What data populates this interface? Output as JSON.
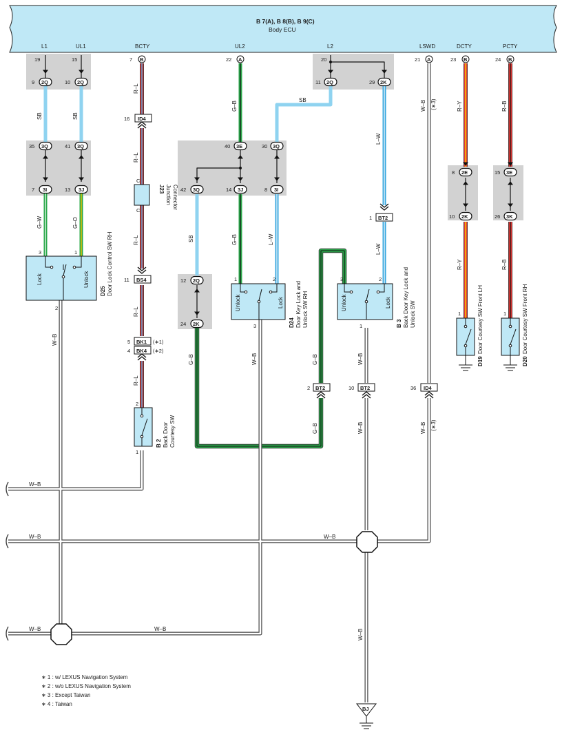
{
  "ecu": {
    "title": "B 7(A), B 8(B), B 9(C)",
    "subtitle": "Body ECU"
  },
  "ecu_pins": [
    {
      "name": "L1",
      "num": "19",
      "conn": ""
    },
    {
      "name": "UL1",
      "num": "15",
      "conn": ""
    },
    {
      "name": "BCTY",
      "num": "7",
      "conn": "B"
    },
    {
      "name": "UL2",
      "num": "22",
      "conn": "A"
    },
    {
      "name": "L2",
      "num": "20",
      "conn": ""
    },
    {
      "name": "LSWD",
      "num": "21",
      "conn": "A"
    },
    {
      "name": "DCTY",
      "num": "23",
      "conn": "B"
    },
    {
      "name": "PCTY",
      "num": "24",
      "conn": "B"
    }
  ],
  "junctions": {
    "j_9": "2Q",
    "j_10": "2Q",
    "j_11": "2Q",
    "j_29": "2K",
    "j_35": "3Q",
    "j_41": "3Q",
    "j_7": "3I",
    "j_13": "3J",
    "j_40": "3E",
    "j_30": "3Q",
    "j_42": "3Q",
    "j_14": "3J",
    "j_8": "3I",
    "j_12": "2Q",
    "j_24": "2K",
    "j_8e": "2E",
    "j_10k": "2K",
    "j_15": "3E",
    "j_26": "3K"
  },
  "pin_numbers": {
    "p9": "9",
    "p10": "10",
    "p11": "11",
    "p29": "29",
    "p35": "35",
    "p41": "41",
    "p7": "7",
    "p13": "13",
    "p40": "40",
    "p30": "30",
    "p42": "42",
    "p14": "14",
    "p8": "8",
    "p12": "12",
    "p24": "24",
    "p8e": "8",
    "p10k": "10",
    "p15": "15",
    "p26": "26"
  },
  "connectors": {
    "id4_top": {
      "label": "ID4",
      "pin": "16"
    },
    "bs4": {
      "label": "BS4",
      "pin": "11"
    },
    "bk1": {
      "label": "BK1",
      "pin": "5",
      "note": "(∗1)"
    },
    "bk4": {
      "label": "BK4",
      "pin": "4",
      "note": "(∗2)"
    },
    "bt2_a": {
      "label": "BT2",
      "pin": "1"
    },
    "bt2_b": {
      "label": "BT2",
      "pin": "2"
    },
    "bt2_c": {
      "label": "BT2",
      "pin": "10"
    },
    "id4_b": {
      "label": "ID4",
      "pin": "36"
    }
  },
  "wire_labels": {
    "sb1": "SB",
    "sb2": "SB",
    "gw": "G–W",
    "go": "G–O",
    "rl1": "R–L",
    "rl2": "R–L",
    "rl3": "R–L",
    "rl4": "R–L",
    "rl5": "R–L",
    "gb1": "G–B",
    "gb2": "G–B",
    "sb3": "SB",
    "sb4": "SB",
    "lw1": "L–W",
    "lw2": "L–W",
    "lw3": "L–W",
    "wb_lswd": "W–B",
    "star3a": "(∗3)",
    "star3b": "(∗3)",
    "ry1": "R–Y",
    "ry2": "R–Y",
    "rb1": "R–B",
    "rb2": "R–B",
    "wb1": "W–B",
    "wb2": "W–B",
    "wb3": "W–B",
    "wb4": "W–B",
    "wb5": "W–B",
    "gb3": "G–B",
    "gb4": "G–B",
    "gb5": "G–B",
    "wb_a": "W–B",
    "wb_b": "W–B",
    "wb_c": "W–B",
    "wb_d": "W–B",
    "wb_e": "W–B",
    "wb_f": "W–B",
    "wb_g": "W–B"
  },
  "j23": {
    "code": "J23",
    "name": "Junction",
    "name2": "Connector",
    "pin_top": "C",
    "pin_bot": "C"
  },
  "components": {
    "d25": {
      "code": "D25",
      "name": "Door Lock Control SW RH",
      "lock": "Lock",
      "unlock": "Unlock",
      "p_a": "3",
      "p_b": "1",
      "p_c": "2"
    },
    "d24": {
      "code": "D24",
      "name": "Door Key Lock and",
      "name2": "Unlock SW RH",
      "unlock": "Unlock",
      "lock": "Lock",
      "p_a": "1",
      "p_b": "2",
      "p_c": "3"
    },
    "b3": {
      "code": "B 3",
      "name": "Back Door Key Lock and",
      "name2": "Unlock SW",
      "unlock": "Unlock",
      "lock": "Lock",
      "p_a": "3",
      "p_b": "2",
      "p_c": "1"
    },
    "b2": {
      "code": "B 2",
      "name": "Back Door",
      "name2": "Courtesy SW",
      "p_top": "2",
      "p_bot": "1"
    },
    "d19": {
      "code": "D19",
      "name": "Door Courtesy SW Front LH",
      "pin": "1"
    },
    "d20": {
      "code": "D20",
      "name": "Door Courtesy SW Front RH",
      "pin": "1"
    }
  },
  "ground": {
    "label": "BJ"
  },
  "notes": [
    "∗ 1 : w/ LEXUS Navigation System",
    "∗ 2 : w/o LEXUS Navigation System",
    "∗ 3 : Except Taiwan",
    "∗ 4 : Taiwan"
  ],
  "colors": {
    "ecu_fill": "#bfe8f6",
    "sb": "#8fd3f0",
    "green": "#2aa84a",
    "red": "#e53935",
    "yellow": "#f2c300",
    "white_wire": "#ffffff",
    "wire_outline": "#333333",
    "grey_box": "#d0d0d0",
    "blue": "#3aa8df"
  }
}
